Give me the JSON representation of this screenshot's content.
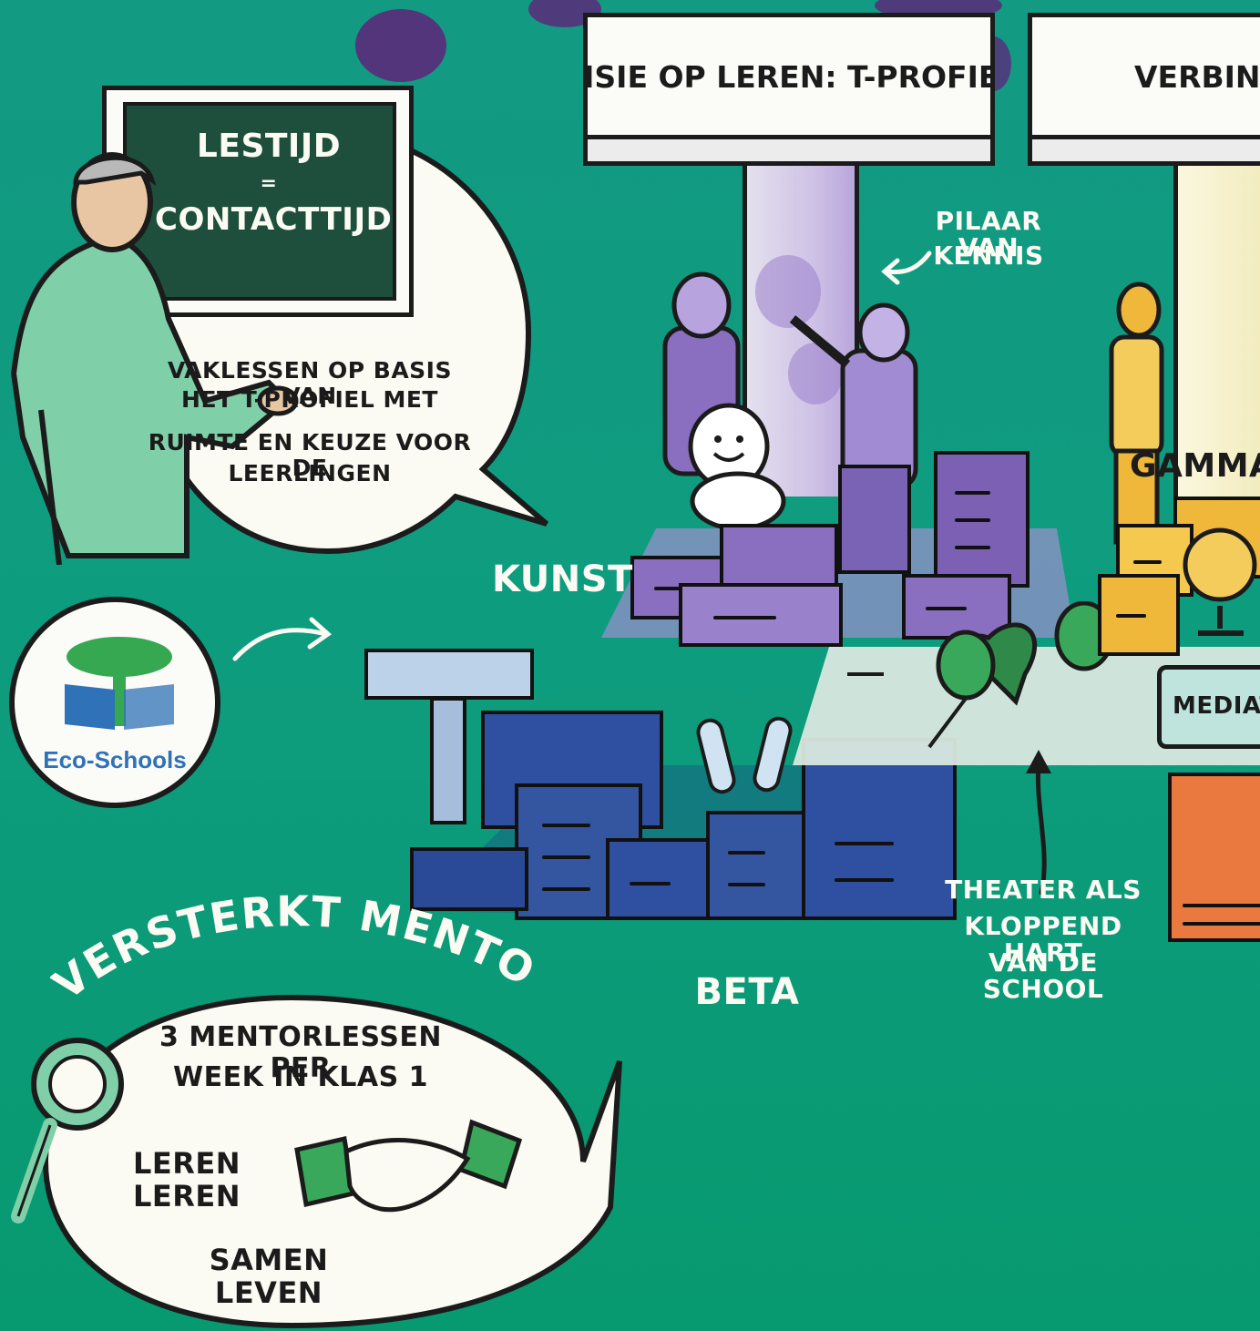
{
  "signs": {
    "left": "VISIE OP LEREN: T-PROFIEL",
    "right": "VERBINDI"
  },
  "chalkboard": {
    "line1": "LESTIJD",
    "line2": "=",
    "line3": "CONTACTTIJD"
  },
  "bubble_top": {
    "line1": "VAKLESSEN OP BASIS VAN",
    "line2": "HET T-PROFIEL MET",
    "line3": "RUIMTE EN KEUZE VOOR DE",
    "line4": "LEERLINGEN"
  },
  "pillar_note": {
    "line1": "PILAAR VAN",
    "line2": "KENNIS"
  },
  "labels": {
    "kunst": "KUNST",
    "beta": "BETA",
    "gamma": "GAMMA",
    "mediatheek": "MEDIATH"
  },
  "theater_note": {
    "line1": "THEATER ALS",
    "line2": "KLOPPEND HART",
    "line3": "VAN DE SCHOOL"
  },
  "eco_logo": "Eco-Schools",
  "mentoraat": {
    "title": "VERSTERKT MENTORAAT",
    "line1": "3 MENTORLESSEN PER",
    "line2": "WEEK IN KLAS 1",
    "line3": "LEREN LEREN",
    "line4": "SAMEN LEVEN"
  },
  "colors": {
    "background": "#0e9c7e",
    "kunst": "#8a6fc0",
    "beta": "#2f4fa0",
    "gamma": "#f0b83a",
    "bouwvloer": "#d9e8df",
    "theater": "#2f8a4a"
  }
}
